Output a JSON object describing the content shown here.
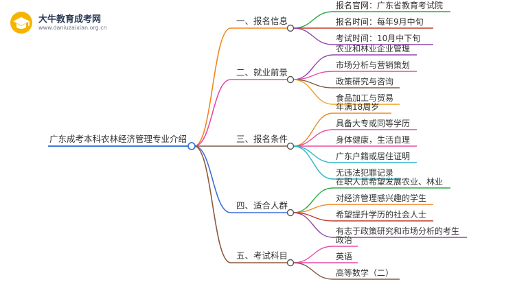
{
  "logo": {
    "title": "大牛教育成考网",
    "url": "www.daniuzaixian.org.cn",
    "icon": "graduation-cap-icon"
  },
  "mindmap": {
    "root": "广东成考本科农林经济管理专业介绍",
    "branches": [
      {
        "label": "一、报名信息",
        "color": "#f0871f",
        "leaves": [
          {
            "text": "报名官网：广东省教育考试院",
            "color": "#29a847"
          },
          {
            "text": "报名时间：每年9月中旬",
            "color": "#c0392b"
          },
          {
            "text": "考试时间：10月中下旬",
            "color": "#8e44ad"
          }
        ]
      },
      {
        "label": "二、就业前景",
        "color": "#e84aa6",
        "leaves": [
          {
            "text": "农业和林业企业管理",
            "color": "#8e44ad"
          },
          {
            "text": "市场分析与营销策划",
            "color": "#e84aa6"
          },
          {
            "text": "政策研究与咨询",
            "color": "#7d5a44"
          },
          {
            "text": "食品加工与贸易",
            "color": "#f0a020"
          }
        ]
      },
      {
        "label": "三、报名条件",
        "color": "#7d5a44",
        "leaves": [
          {
            "text": "年满18周岁",
            "color": "#f0871f"
          },
          {
            "text": "具备大专或同等学历",
            "color": "#e84aa6"
          },
          {
            "text": "身体健康，生活自理",
            "color": "#e84aa6"
          },
          {
            "text": "广东户籍或居住证明",
            "color": "#29b6c8"
          },
          {
            "text": "无违法犯罪记录",
            "color": "#29b6c8"
          }
        ]
      },
      {
        "label": "四、适合人群",
        "color": "#3d6fd6",
        "leaves": [
          {
            "text": "在职人员希望发展农业、林业",
            "color": "#29a847"
          },
          {
            "text": "对经济管理感兴趣的学生",
            "color": "#f0871f"
          },
          {
            "text": "希望提升学历的社会人士",
            "color": "#c0392b"
          },
          {
            "text": "有志于政策研究和市场分析的考生",
            "color": "#8e44ad"
          }
        ]
      },
      {
        "label": "五、考试科目",
        "color": "#8b5a3c",
        "leaves": [
          {
            "text": "政治",
            "color": "#e84aa6"
          },
          {
            "text": "英语",
            "color": "#e84aa6"
          },
          {
            "text": "高等数学（二）",
            "color": "#7d5a44"
          }
        ]
      }
    ]
  }
}
